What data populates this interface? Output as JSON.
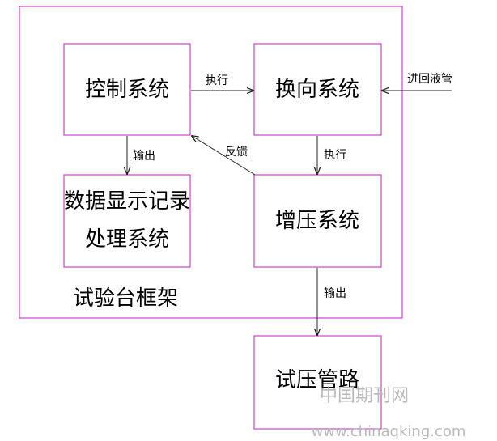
{
  "diagram": {
    "frame_label": "试验台框架",
    "nodes": {
      "control": "控制系统",
      "reversing": "换向系统",
      "data_processing_line1": "数据显示记录",
      "data_processing_line2": "处理系统",
      "pressurization": "增压系统",
      "test_pipeline": "试压管路"
    },
    "edges": {
      "control_to_reversing": "执行",
      "control_to_data": "输出",
      "pressurization_to_control": "反馈",
      "reversing_to_pressurization": "执行",
      "pressurization_to_pipeline": "输出",
      "inlet_to_reversing": "进回液管"
    }
  },
  "watermark": {
    "line1": "中国期刊网",
    "line2": "www.chinaqking.com"
  },
  "colors": {
    "box_stroke": "#d23fd2",
    "arrow": "#222222",
    "watermark": "#b9b9b9"
  }
}
